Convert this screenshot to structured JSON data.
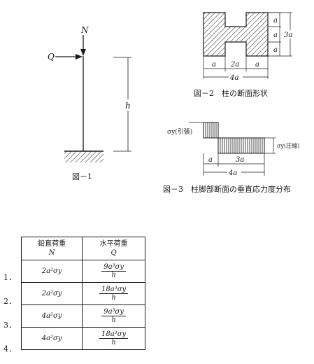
{
  "fig1": {
    "caption": "図－1",
    "load_N": "N",
    "load_Q": "Q",
    "height": "h"
  },
  "fig2": {
    "caption": "図－2　柱の断面形状",
    "dims_vertical": [
      "a",
      "a",
      "a"
    ],
    "dim_total_vertical": "3a",
    "dims_horizontal": [
      "a",
      "2a",
      "a"
    ],
    "dim_total_horizontal": "4a"
  },
  "fig3": {
    "caption": "図－3　柱脚部断面の垂直応力度分布",
    "stress_tension": "σy(引張)",
    "stress_compression": "σy(圧縮)",
    "dims_horizontal": [
      "a",
      "3a"
    ],
    "dim_total_horizontal": "4a"
  },
  "table": {
    "header_vertical": "鉛直荷重",
    "header_vertical_sym": "N",
    "header_horizontal": "水平荷重",
    "header_horizontal_sym": "Q",
    "rows": [
      {
        "num": "1．",
        "N": "2a²σy",
        "Q_num": "9a³σy",
        "Q_den": "h"
      },
      {
        "num": "2．",
        "N": "2a²σy",
        "Q_num": "18a³σy",
        "Q_den": "h"
      },
      {
        "num": "3．",
        "N": "4a²σy",
        "Q_num": "9a³σy",
        "Q_den": "h"
      },
      {
        "num": "4．",
        "N": "4a²σy",
        "Q_num": "18a³σy",
        "Q_den": "h"
      }
    ]
  }
}
